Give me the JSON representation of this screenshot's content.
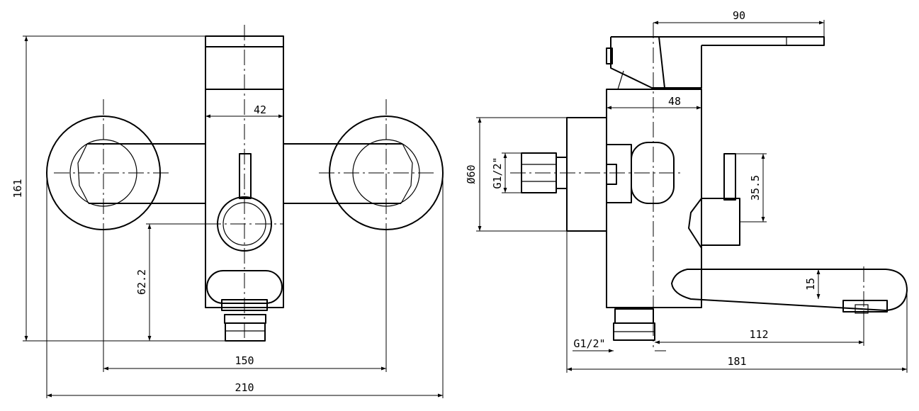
{
  "front_view": {
    "dim_overall_width": "210",
    "dim_center_distance": "150",
    "dim_height": "161",
    "dim_body_width": "42",
    "dim_outlet_height": "62.2"
  },
  "side_view": {
    "dim_lever_length": "90",
    "dim_body_depth": "48",
    "dim_flange_diameter": "Ø60",
    "dim_inlet_thread": "G1/2\"",
    "dim_diverter_height": "35.5",
    "dim_spout_thickness": "15",
    "dim_outlet_thread": "G1/2\"",
    "dim_spout_reach": "112",
    "dim_overall_depth": "181"
  },
  "colors": {
    "line": "#000000",
    "background": "#ffffff"
  }
}
